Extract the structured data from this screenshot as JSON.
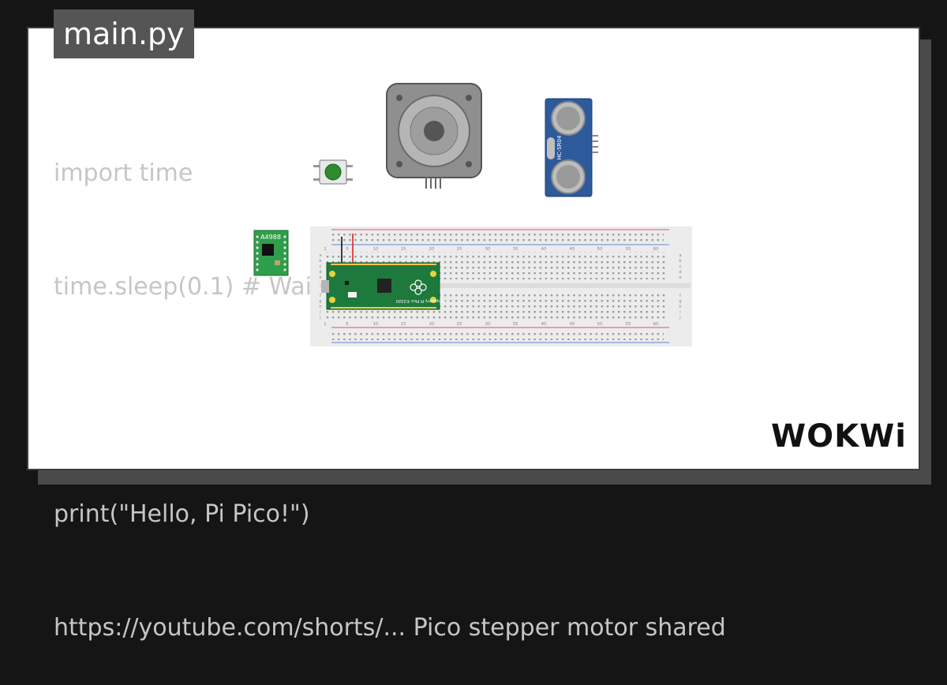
{
  "tab": {
    "filename": "main.py"
  },
  "code_lines": [
    "import time",
    "time.sleep(0.1) # Wait for USB to become ready",
    "",
    "print(\"Hello, Pi Pico!\")",
    "https://youtube.com/shorts/... Pico stepper motor shared"
  ],
  "components": {
    "driver_label": "A4988",
    "sensor_label": "HC-SR04",
    "pico_label": "Raspberry Pi Pico ©2020",
    "breadboard_numbers": [
      "1",
      "5",
      "10",
      "15",
      "20",
      "25",
      "30",
      "35",
      "40",
      "45",
      "50",
      "55",
      "60"
    ],
    "row_letters_top": [
      "a",
      "b",
      "c",
      "d",
      "e"
    ],
    "row_letters_bottom": [
      "f",
      "g",
      "h",
      "i",
      "j"
    ]
  },
  "brand": {
    "logo": "WOKWi"
  },
  "colors": {
    "background": "#151515",
    "card": "#ffffff",
    "tab": "#555555",
    "code_text": "#c6c6c6",
    "pico_green": "#1e7a3c",
    "sensor_blue": "#2d5a9a"
  }
}
